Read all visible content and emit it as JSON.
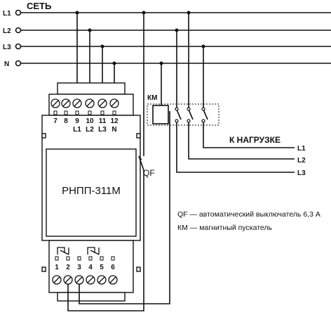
{
  "supply": {
    "title": "СЕТЬ",
    "lines": [
      "L1",
      "L2",
      "L3",
      "N"
    ]
  },
  "relay": {
    "model": "РНПП-311М",
    "top_numbers": [
      "7",
      "8",
      "9",
      "10",
      "11",
      "12"
    ],
    "top_phases": [
      "L1",
      "L2",
      "L3",
      "N"
    ],
    "bottom_numbers": [
      "1",
      "2",
      "3",
      "4",
      "5",
      "6"
    ]
  },
  "contactor": {
    "label": "КМ"
  },
  "breaker": {
    "label": "QF"
  },
  "load": {
    "title": "К НАГРУЗКЕ",
    "lines": [
      "L1",
      "L2",
      "L3"
    ]
  },
  "legend": [
    "QF —  автоматический выключатель 6,3 А",
    "КМ — магнитный пускатель"
  ],
  "colors": {
    "wire": "#111111",
    "background": "#ffffff"
  }
}
